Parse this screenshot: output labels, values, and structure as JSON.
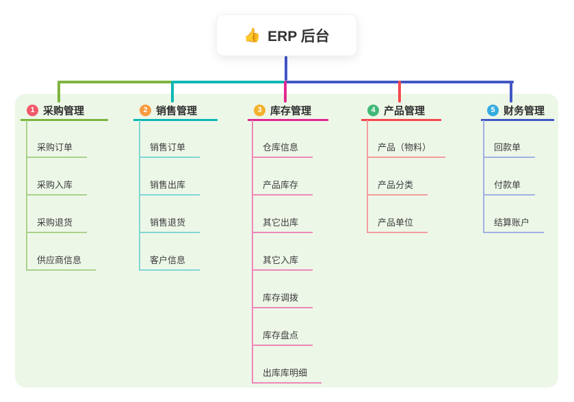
{
  "root": {
    "label": "ERP 后台",
    "icon": "thumbs-up-icon",
    "icon_glyph": "👍"
  },
  "branches": [
    {
      "number": "1",
      "label": "采购管理",
      "color": "#7eb43e",
      "light_color": "#a9d288",
      "badge_color": "#f1596a",
      "children": [
        "采购订单",
        "采购入库",
        "采购退货",
        "供应商信息"
      ]
    },
    {
      "number": "2",
      "label": "销售管理",
      "color": "#0bb7b4",
      "light_color": "#7fd7d1",
      "badge_color": "#f89b40",
      "children": [
        "销售订单",
        "销售出库",
        "销售退货",
        "客户信息"
      ]
    },
    {
      "number": "3",
      "label": "库存管理",
      "color": "#e0298f",
      "light_color": "#ef86b8",
      "badge_color": "#f3b02c",
      "children": [
        "仓库信息",
        "产品库存",
        "其它出库",
        "其它入库",
        "库存调拨",
        "库存盘点",
        "出库库明细"
      ]
    },
    {
      "number": "4",
      "label": "产品管理",
      "color": "#f5484e",
      "light_color": "#f49c9c",
      "badge_color": "#41b877",
      "children": [
        "产品（物料）",
        "产品分类",
        "产品单位"
      ]
    },
    {
      "number": "5",
      "label": "财务管理",
      "color": "#4156c6",
      "light_color": "#9fb0e2",
      "badge_color": "#36abdf",
      "children": [
        "回款单",
        "付款单",
        "结算账户"
      ]
    }
  ],
  "colors": {
    "canvas_bg": "#ffffff",
    "panel_bg": "#edf7e8",
    "stem": "#4156c6",
    "root_text": "#333333",
    "branch_text": "#2f2f2f",
    "child_text": "#3c3c3c"
  }
}
